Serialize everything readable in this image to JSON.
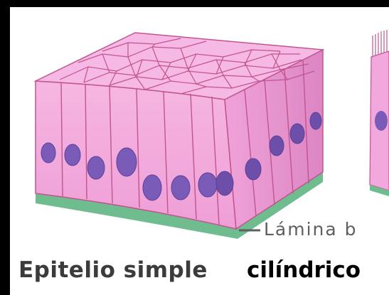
{
  "labels": {
    "lamina": "Lámina b",
    "caption_part1": "Epitelio simple",
    "caption_part2": "cilíndrico"
  },
  "colors": {
    "cell_front": "#f2a8dc",
    "cell_side": "#e88fcc",
    "cell_top": "#f6b8e4",
    "cell_border": "#c2548f",
    "nucleus": "#7b5bb8",
    "nucleus_dark": "#5a3f9a",
    "basal_lamina": "#6fbd8f",
    "frame": "#000000"
  }
}
